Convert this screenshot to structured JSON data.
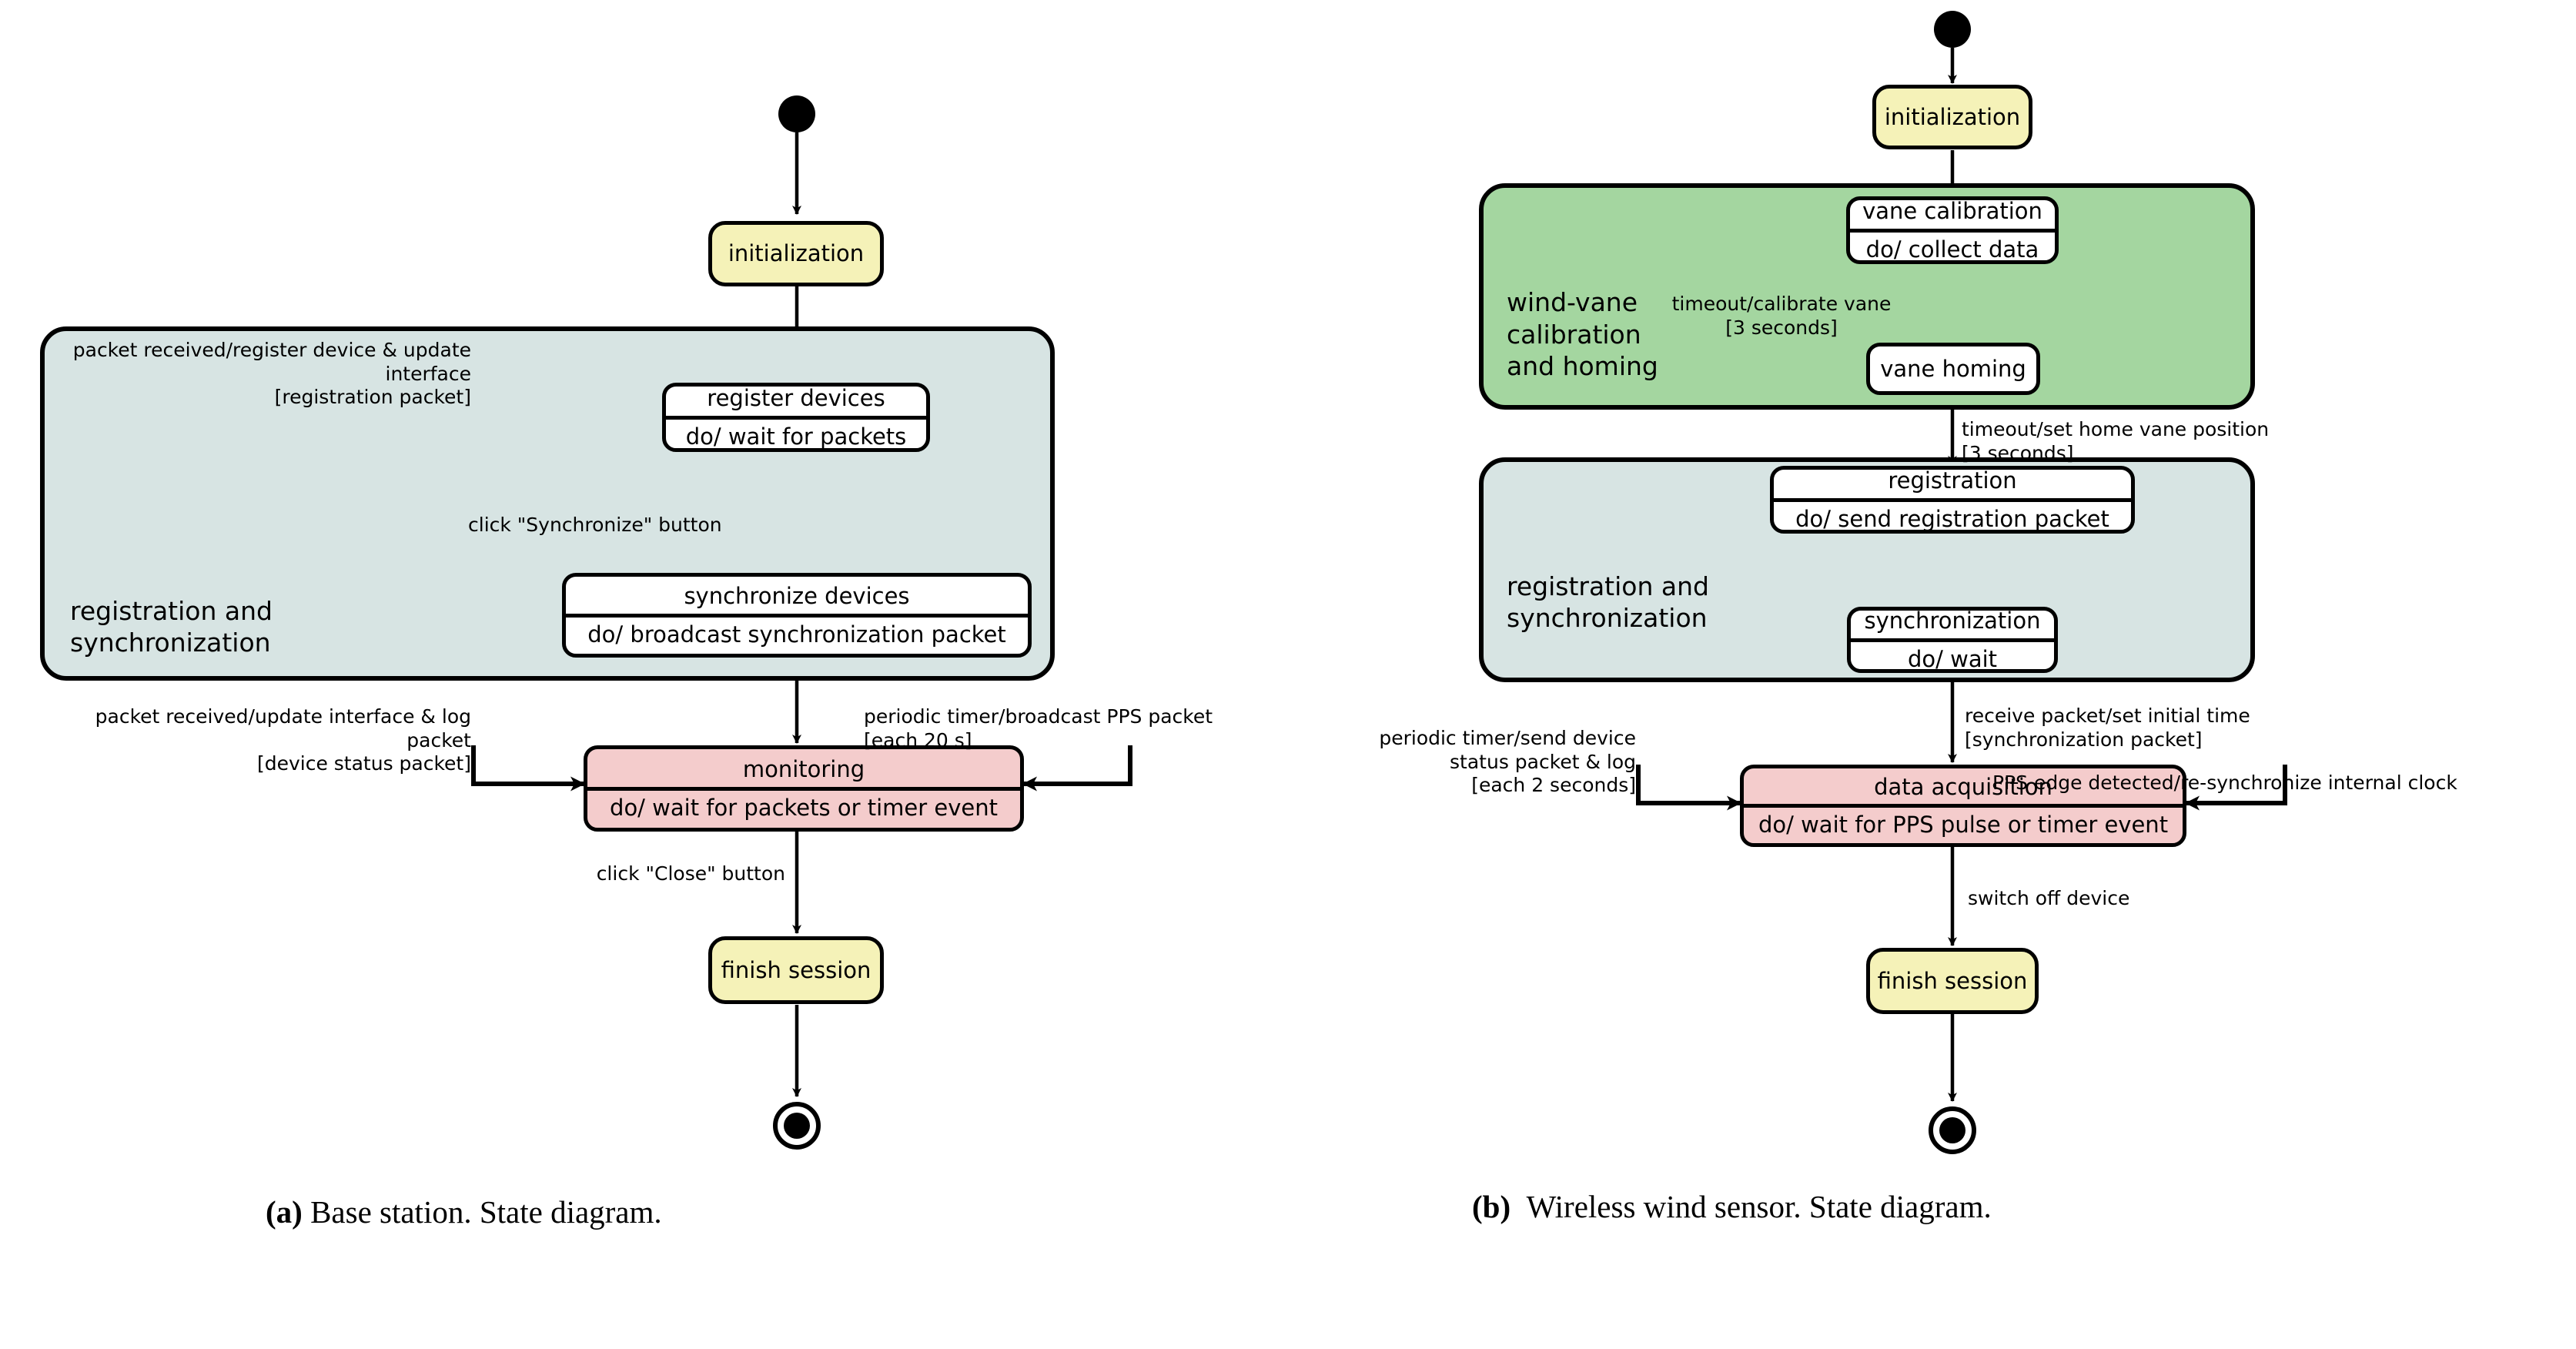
{
  "figure": {
    "panel_a": {
      "caption_tag": "(a)",
      "caption_text": "Base station. State diagram.",
      "states": {
        "initialization": {
          "name": "initialization"
        },
        "register_devices": {
          "name": "register devices",
          "activity": "do/ wait for packets"
        },
        "synchronize_devices": {
          "name": "synchronize devices",
          "activity": "do/ broadcast synchronization packet"
        },
        "monitoring": {
          "name": "monitoring",
          "activity": "do/ wait for packets or timer event"
        },
        "finish_session": {
          "name": "finish session"
        }
      },
      "composite_region": {
        "label": "registration and\nsynchronization"
      },
      "transitions": {
        "self_register": "packet received/register device & update interface\n[registration packet]",
        "to_sync": "click \"Synchronize\" button",
        "self_monitor_left": "packet received/update interface & log packet\n[device status packet]",
        "self_monitor_right": "periodic timer/broadcast PPS packet\n[each 20 s]",
        "to_finish": "click \"Close\" button"
      }
    },
    "panel_b": {
      "caption_tag": "(b)",
      "caption_text": "Wireless wind sensor. State diagram.",
      "states": {
        "initialization": {
          "name": "initialization"
        },
        "vane_calibration": {
          "name": "vane calibration",
          "activity": "do/ collect data"
        },
        "vane_homing": {
          "name": "vane homing"
        },
        "registration": {
          "name": "registration",
          "activity": "do/ send registration packet"
        },
        "synchronization": {
          "name": "synchronization",
          "activity": "do/ wait"
        },
        "data_acquisition": {
          "name": "data acquisition",
          "activity": "do/ wait for PPS pulse or timer event"
        },
        "finish_session": {
          "name": "finish session"
        }
      },
      "composite_regions": {
        "calibration": {
          "label": "wind-vane\ncalibration\nand homing"
        },
        "registration": {
          "label": "registration and\nsynchronization"
        }
      },
      "transitions": {
        "calib_to_homing": "timeout/calibrate vane\n[3 seconds]",
        "homing_to_registration": "timeout/set home vane position\n[3 seconds]",
        "sync_to_acquisition": "receive packet/set initial time\n[synchronization packet]",
        "self_acq_left": "periodic timer/send device status packet & log\n[each 2 seconds]",
        "self_acq_right": "PPS edge detected/re-synchronize internal clock",
        "to_finish": "switch off device"
      }
    }
  },
  "colors": {
    "initial_final_node": "#000000",
    "state_yellow": "#F5F2B8",
    "state_pink": "#F4CCCC",
    "region_blue": "#D7E4E3",
    "region_green": "#A4D6A0",
    "stroke": "#000000"
  }
}
